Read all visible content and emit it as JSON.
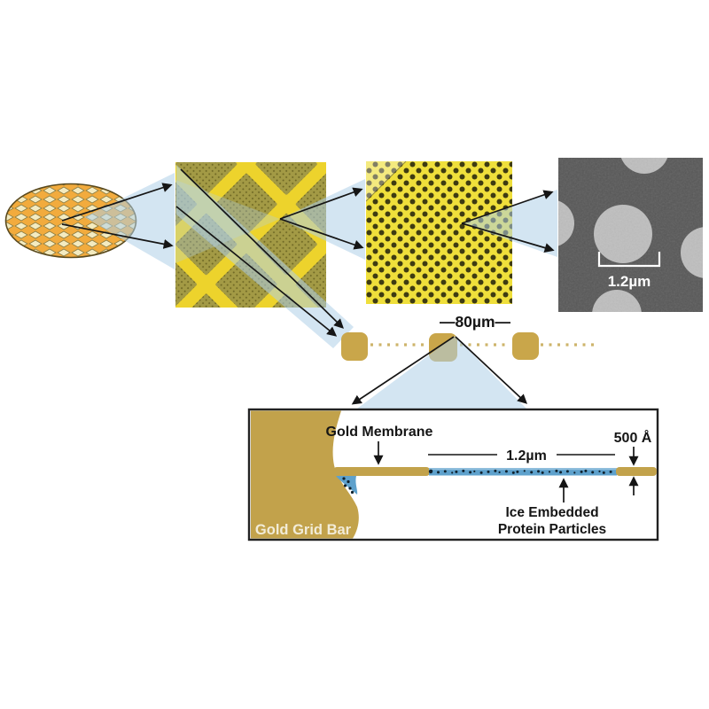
{
  "figure": {
    "em_micrograph": {
      "scale_label": "1.2µm"
    },
    "pitch_row": {
      "label": "—80µm—"
    },
    "cross_section": {
      "gold_membrane_label": "Gold Membrane",
      "hole_width_label": "1.2µm",
      "thickness_label": "500 Å",
      "ice_label_line1": "Ice Embedded",
      "ice_label_line2": "Protein Particles",
      "grid_bar_label": "Gold Grid Bar",
      "ice_particle_count": 30,
      "meniscus_particle_count": 5
    },
    "colors": {
      "gold": "#C2A24B",
      "grid_orange": "#F2AB3D",
      "grid_window_cream": "#F4EBC0",
      "film_yellow": "#EFDF3B",
      "hole_dark": "#3E3B12",
      "ice_blue": "#5EA1CC",
      "zoom_cone_blue": "#D8E7F3",
      "em_background_gray": "#575757",
      "em_hole_gray": "#BEBEBE",
      "pitch_square_gold": "#C9A64A"
    }
  }
}
